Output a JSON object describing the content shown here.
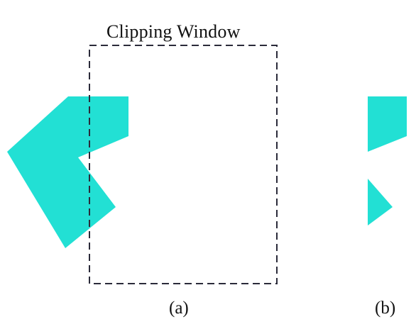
{
  "diagram": {
    "window_title": "Clipping Window",
    "caption_a": "(a)",
    "caption_b": "(b)",
    "polygon_color": "#22e0d4",
    "window_stroke_color": "#2b2b3a"
  }
}
